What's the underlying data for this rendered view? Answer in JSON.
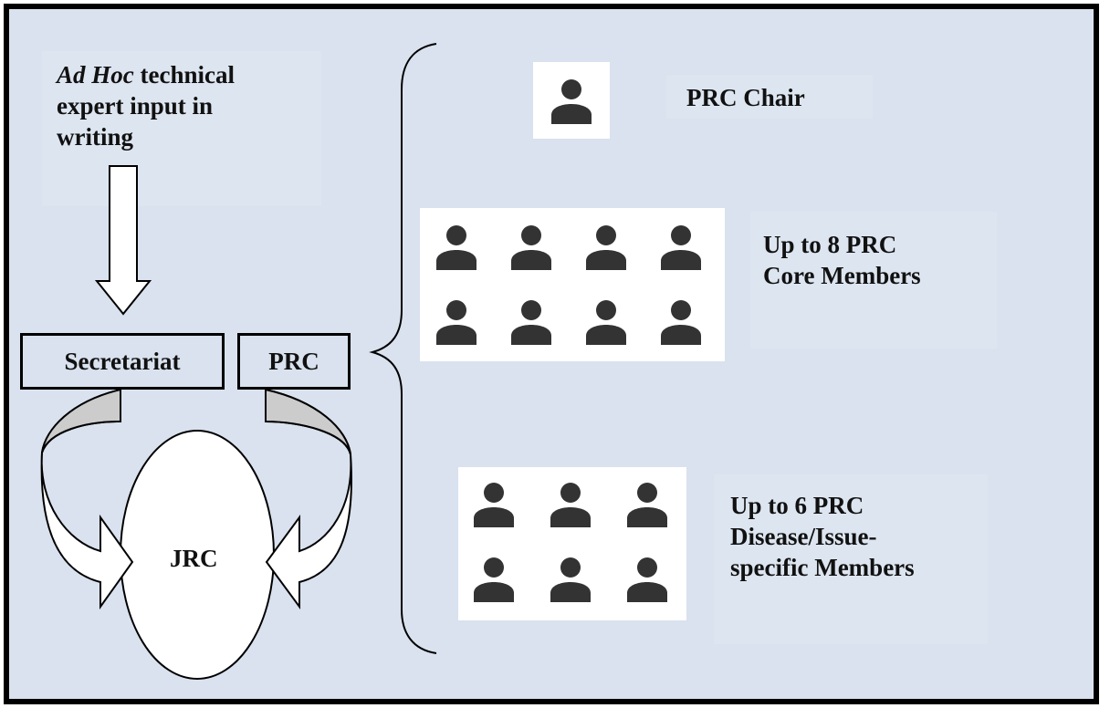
{
  "input_note": {
    "italic": "Ad Hoc",
    "line1_rest": " technical",
    "line2": "expert input in",
    "line3": "writing"
  },
  "boxes": {
    "secretariat": "Secretariat",
    "prc": "PRC"
  },
  "center": {
    "jrc": "JRC"
  },
  "groups": {
    "chair": {
      "label": "PRC Chair",
      "count": 1
    },
    "core": {
      "line1": "Up to 8 PRC",
      "line2": "Core Members",
      "count": 8
    },
    "disease": {
      "line1": "Up to 6 PRC",
      "line2": "Disease/Issue-",
      "line3": "specific Members",
      "count": 6
    }
  },
  "icons": {
    "person": "person-icon"
  },
  "colors": {
    "background": "#d9e2ee",
    "icon": "#333333",
    "arrow_shade": "#cccccc"
  }
}
